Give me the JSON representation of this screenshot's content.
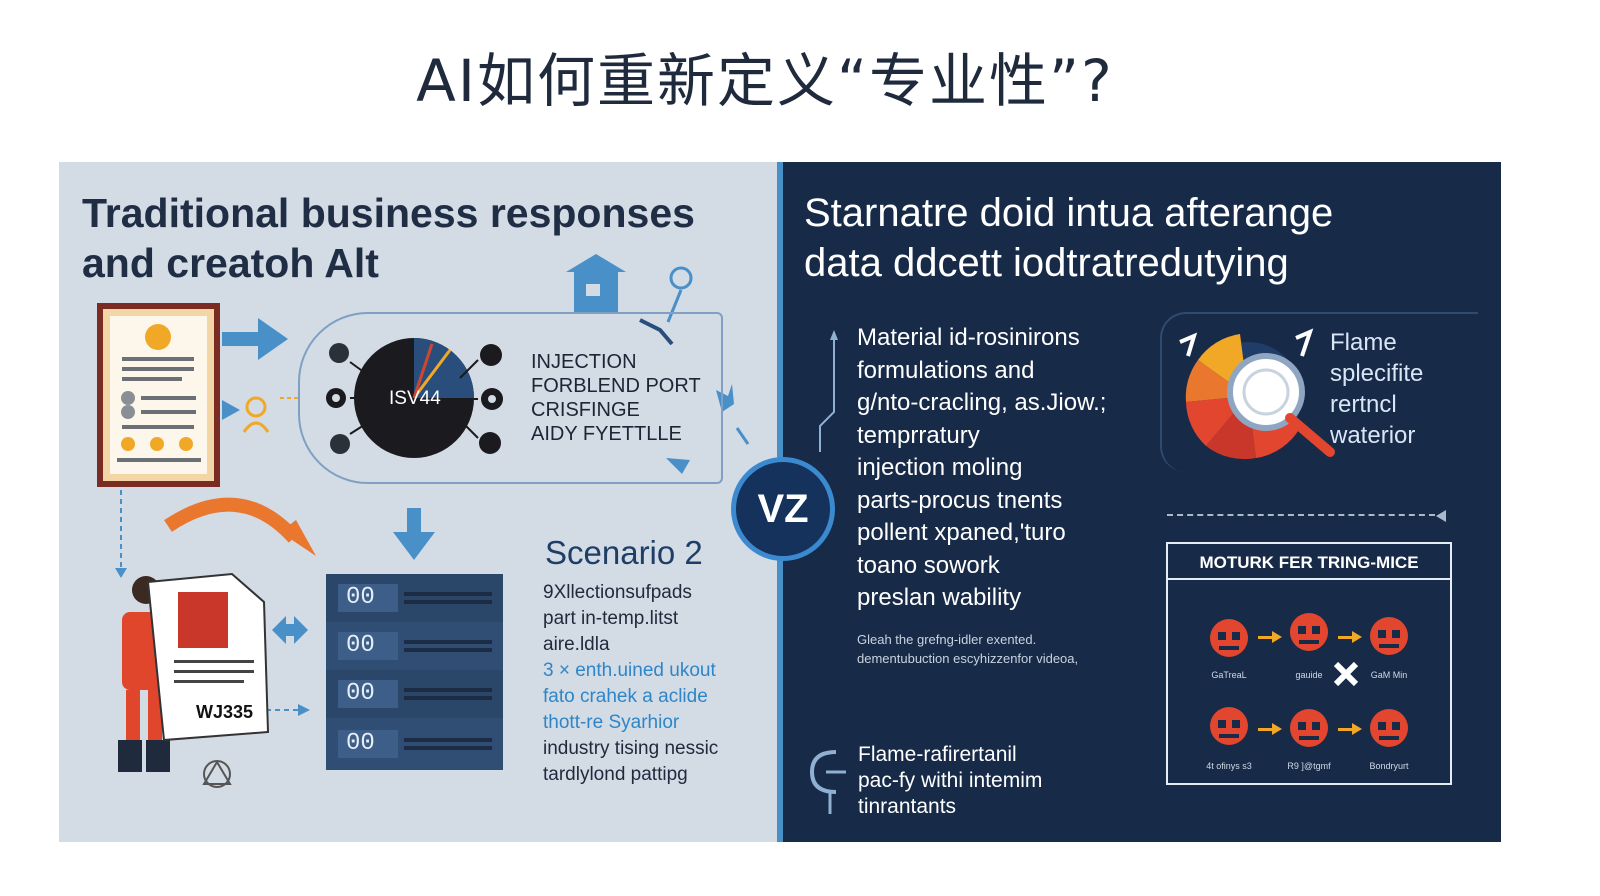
{
  "title": "AI如何重新定义“专业性”?",
  "left": {
    "heading_lines": [
      "Traditional business responses",
      "and creatoh Alt"
    ],
    "gauge_label": "ISV44",
    "injection_lines": [
      "INJECTION",
      "FORBLEND PORT",
      "CRISFINGE",
      "AIDY FYETTLLE"
    ],
    "server_labels": [
      "00",
      "00",
      "00",
      "00"
    ],
    "scenario": {
      "title": "Scenario 2",
      "lines": [
        "9Xllectionsufpads",
        "part in-temp.litst",
        "aire.ldla"
      ],
      "blue_lines": [
        "3 × enth.uined ukout",
        "fato crahek a aclide",
        "thott-re Syarhior"
      ],
      "tail_lines": [
        "industry tising nessic",
        "tardlylond pattipg"
      ]
    },
    "doc_stamp": "WJ335"
  },
  "center_badge": "VZ",
  "right": {
    "heading_lines": [
      "Starnatre doid intua afterange",
      "data ddcett iodtratredutying"
    ],
    "material_lines": [
      "Material id-rosinirons",
      "formulations and",
      "g/nto-cracling, as.Jiow.;",
      " temprratury",
      "injection moling",
      "parts-procus tnents",
      "pollent xpaned,'turo",
      "toano sowork",
      "preslan wability"
    ],
    "note_lines": [
      "Gleah the grefng-idler exented.",
      "dementubuction escyhizzenfor videoa,"
    ],
    "flame_bottom_lines": [
      "Flame-rafirertanil",
      "pac-fy withi intemim",
      "tinrantants"
    ],
    "flame_box_lines": [
      "Flame",
      "splecifite",
      "rertncl",
      "waterior"
    ],
    "motor": {
      "title": "MOTURK FER TRING-MICE",
      "row1_labels": [
        "GaTreaL",
        "gauide",
        "GaM Min"
      ],
      "row2_labels": [
        "4t ofinys s3",
        "R9 ]@tgmf",
        "Bondryurt"
      ]
    }
  },
  "colors": {
    "left_bg": "#d3dbe5",
    "right_bg": "#172a47",
    "accent_blue": "#4a90c8",
    "accent_orange": "#e9772d",
    "robot_red": "#e2462f"
  }
}
